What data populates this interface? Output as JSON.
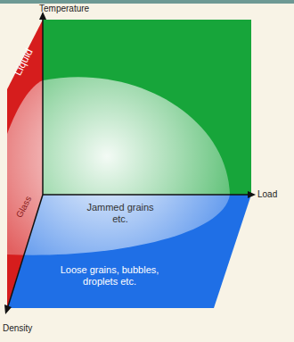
{
  "diagram": {
    "labels": [
      "Temperature",
      "Load",
      "Density",
      "Liquid",
      "Glass",
      "Jammed grains etc.",
      "Loose grains, bubbles, droplets etc."
    ]
  }
}
